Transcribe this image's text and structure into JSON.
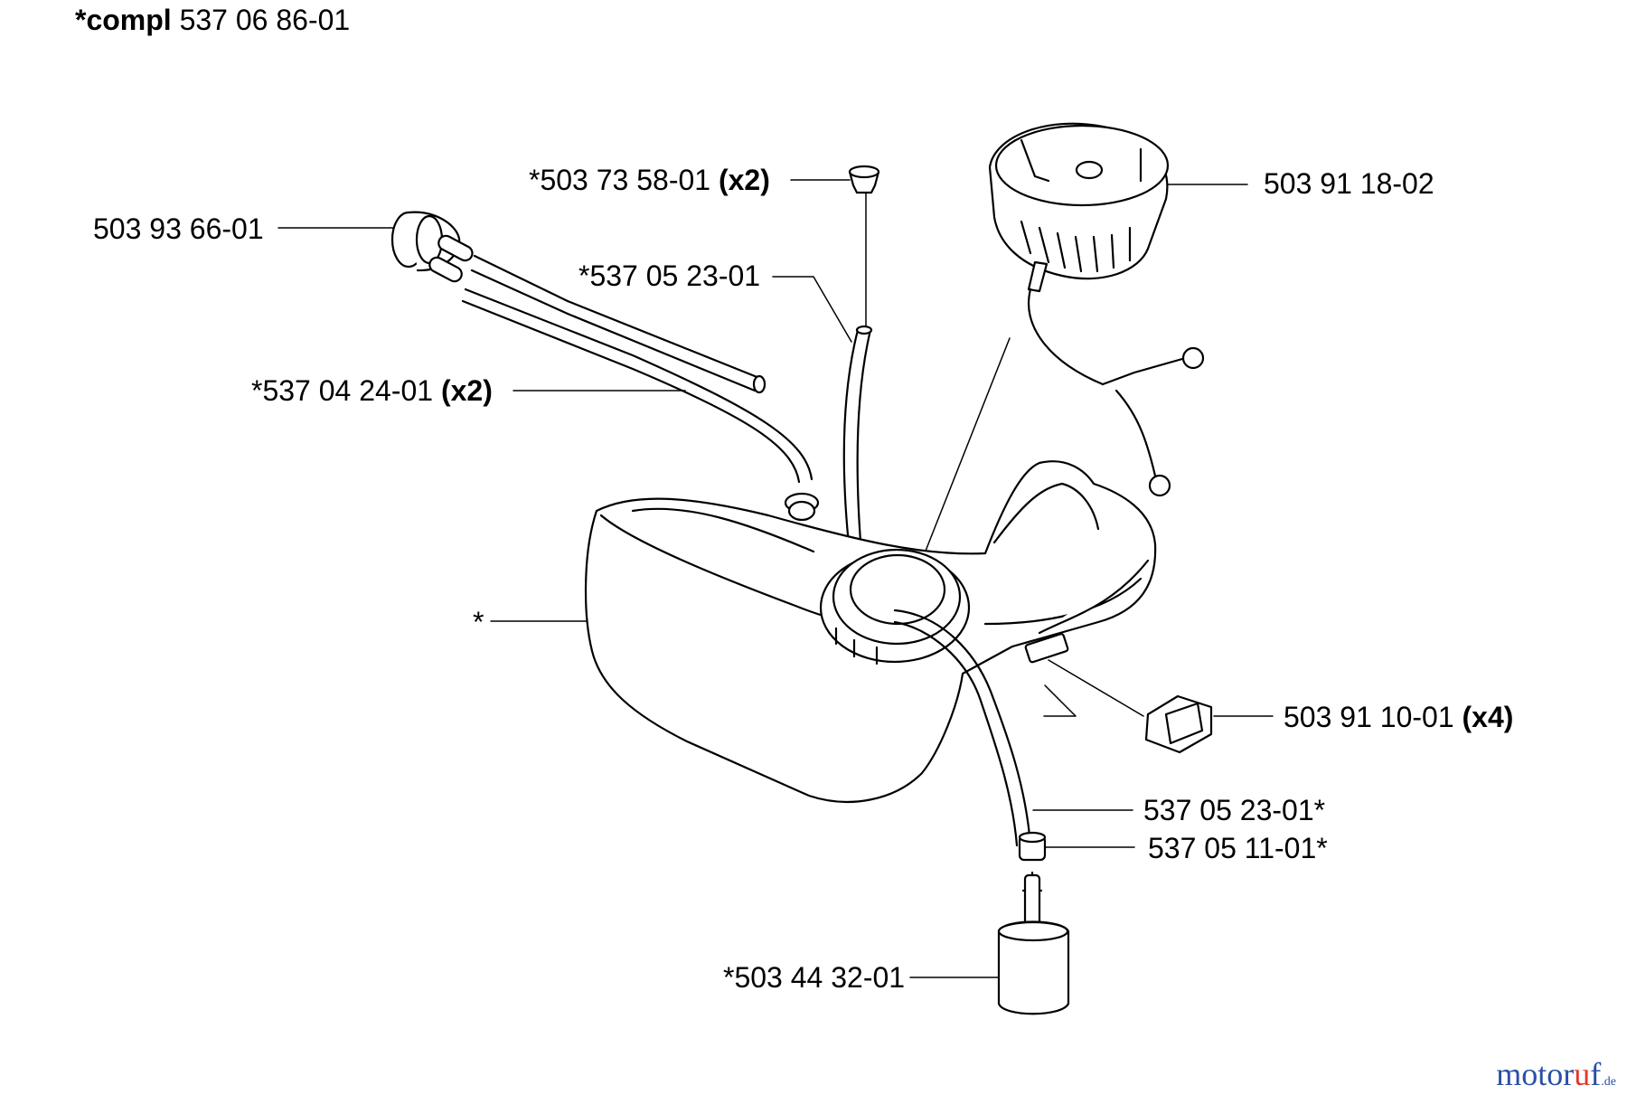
{
  "header": {
    "compl_prefix": "*compl",
    "compl_number": "537 06 86-01"
  },
  "parts": [
    {
      "id": "cap",
      "number": "503 91 18-02",
      "qty": ""
    },
    {
      "id": "grommet-top",
      "number": "*503 73 58-01",
      "qty": "(x2)"
    },
    {
      "id": "primer-bulb",
      "number": "503 93 66-01",
      "qty": ""
    },
    {
      "id": "return-hose",
      "number": "*537 05 23-01",
      "qty": ""
    },
    {
      "id": "fuel-hoses",
      "number": "*537 04 24-01",
      "qty": "(x2)"
    },
    {
      "id": "tank",
      "number": "*",
      "qty": ""
    },
    {
      "id": "damper",
      "number": "503 91 10-01",
      "qty": "(x4)"
    },
    {
      "id": "fuel-hose",
      "number": "537 05 23-01*",
      "qty": ""
    },
    {
      "id": "hose-clamp",
      "number": "537 05 11-01*",
      "qty": ""
    },
    {
      "id": "fuel-filter",
      "number": "*503 44 32-01",
      "qty": ""
    }
  ],
  "brand": {
    "name_part1": "motor",
    "name_accent": "u",
    "name_part2": "f",
    "tld": ".de"
  }
}
